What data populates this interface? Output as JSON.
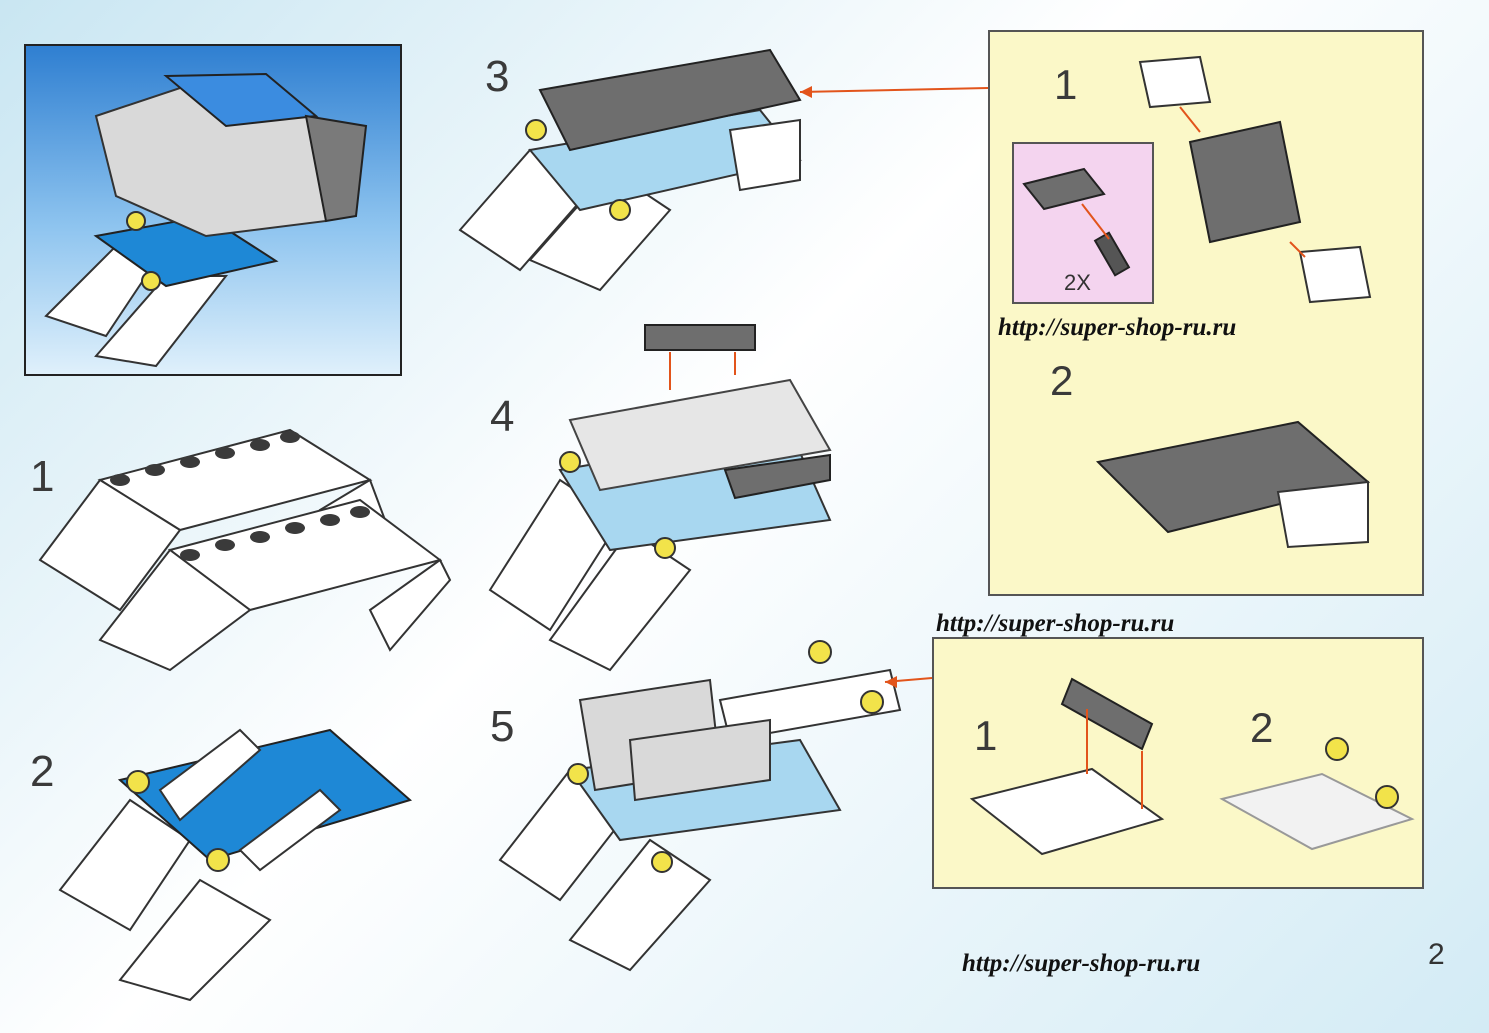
{
  "page": {
    "number": "2"
  },
  "watermarks": {
    "top": "http://super-shop-ru.ru",
    "middle": "http://super-shop-ru.ru",
    "bottom": "http://super-shop-ru.ru"
  },
  "steps": {
    "s1": "1",
    "s2": "2",
    "s3": "3",
    "s4": "4",
    "s5": "5"
  },
  "sub_panel_top": {
    "step1": "1",
    "step2": "2",
    "quantity": "2X"
  },
  "sub_panel_bottom": {
    "step1": "1",
    "step2": "2"
  },
  "colors": {
    "stud_dark": "#3a3a3a",
    "plate_dark": "#6e6e6e",
    "blue_plate": "#1e88d6",
    "yellow_piece": "#f2e34a",
    "arrow": "#e2541b",
    "panel_yellow": "#fbf8c8",
    "panel_pink": "#f4d4ef"
  }
}
